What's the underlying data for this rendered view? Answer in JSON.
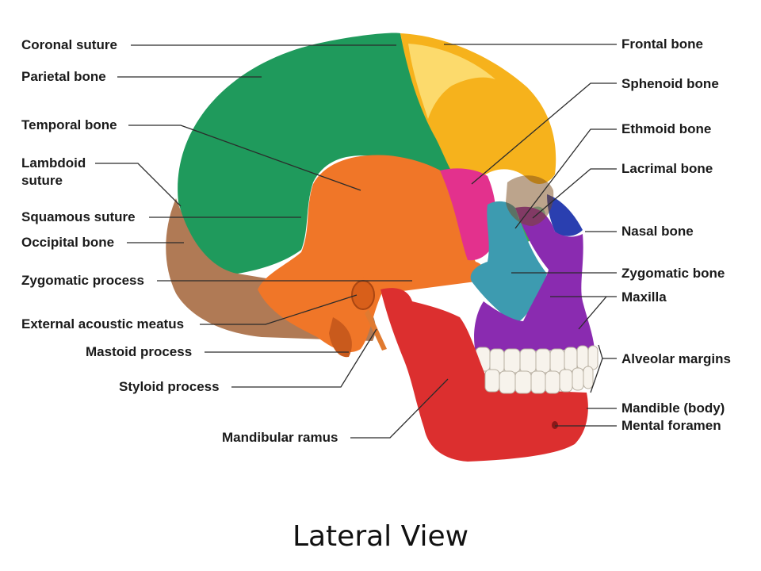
{
  "labels_left": {
    "coronal_suture": "Coronal suture",
    "parietal_bone": "Parietal bone",
    "temporal_bone": "Temporal bone",
    "lambdoid_suture_line1": "Lambdoid",
    "lambdoid_suture_line2": "suture",
    "squamous_suture": "Squamous suture",
    "occipital_bone": "Occipital bone",
    "zygomatic_process": "Zygomatic process",
    "external_acoustic_meatus": "External acoustic meatus",
    "mastoid_process": "Mastoid process",
    "styloid_process": "Styloid process",
    "mandibular_ramus": "Mandibular ramus"
  },
  "labels_right": {
    "frontal_bone": "Frontal bone",
    "sphenoid_bone": "Sphenoid bone",
    "ethmoid_bone": "Ethmoid bone",
    "lacrimal_bone": "Lacrimal bone",
    "nasal_bone": "Nasal bone",
    "zygomatic_bone": "Zygomatic bone",
    "maxilla": "Maxilla",
    "alveolar_margins": "Alveolar margins",
    "mandible_body": "Mandible (body)",
    "mental_foramen": "Mental foramen"
  },
  "caption": "Lateral View",
  "colors": {
    "parietal": "#1f9a5c",
    "frontal": "#f6b21c",
    "frontal_light": "#fde07a",
    "temporal": "#f07628",
    "occipital": "#b07a55",
    "sphenoid": "#e3318d",
    "ethmoid": "#3cb54a",
    "lacrimal": "#7fd0c0",
    "nasal": "#2a3fb0",
    "zygomatic": "#3d9bb0",
    "maxilla": "#8a2bb0",
    "mandible": "#dc2f2f",
    "teeth": "#f7f3ec"
  }
}
